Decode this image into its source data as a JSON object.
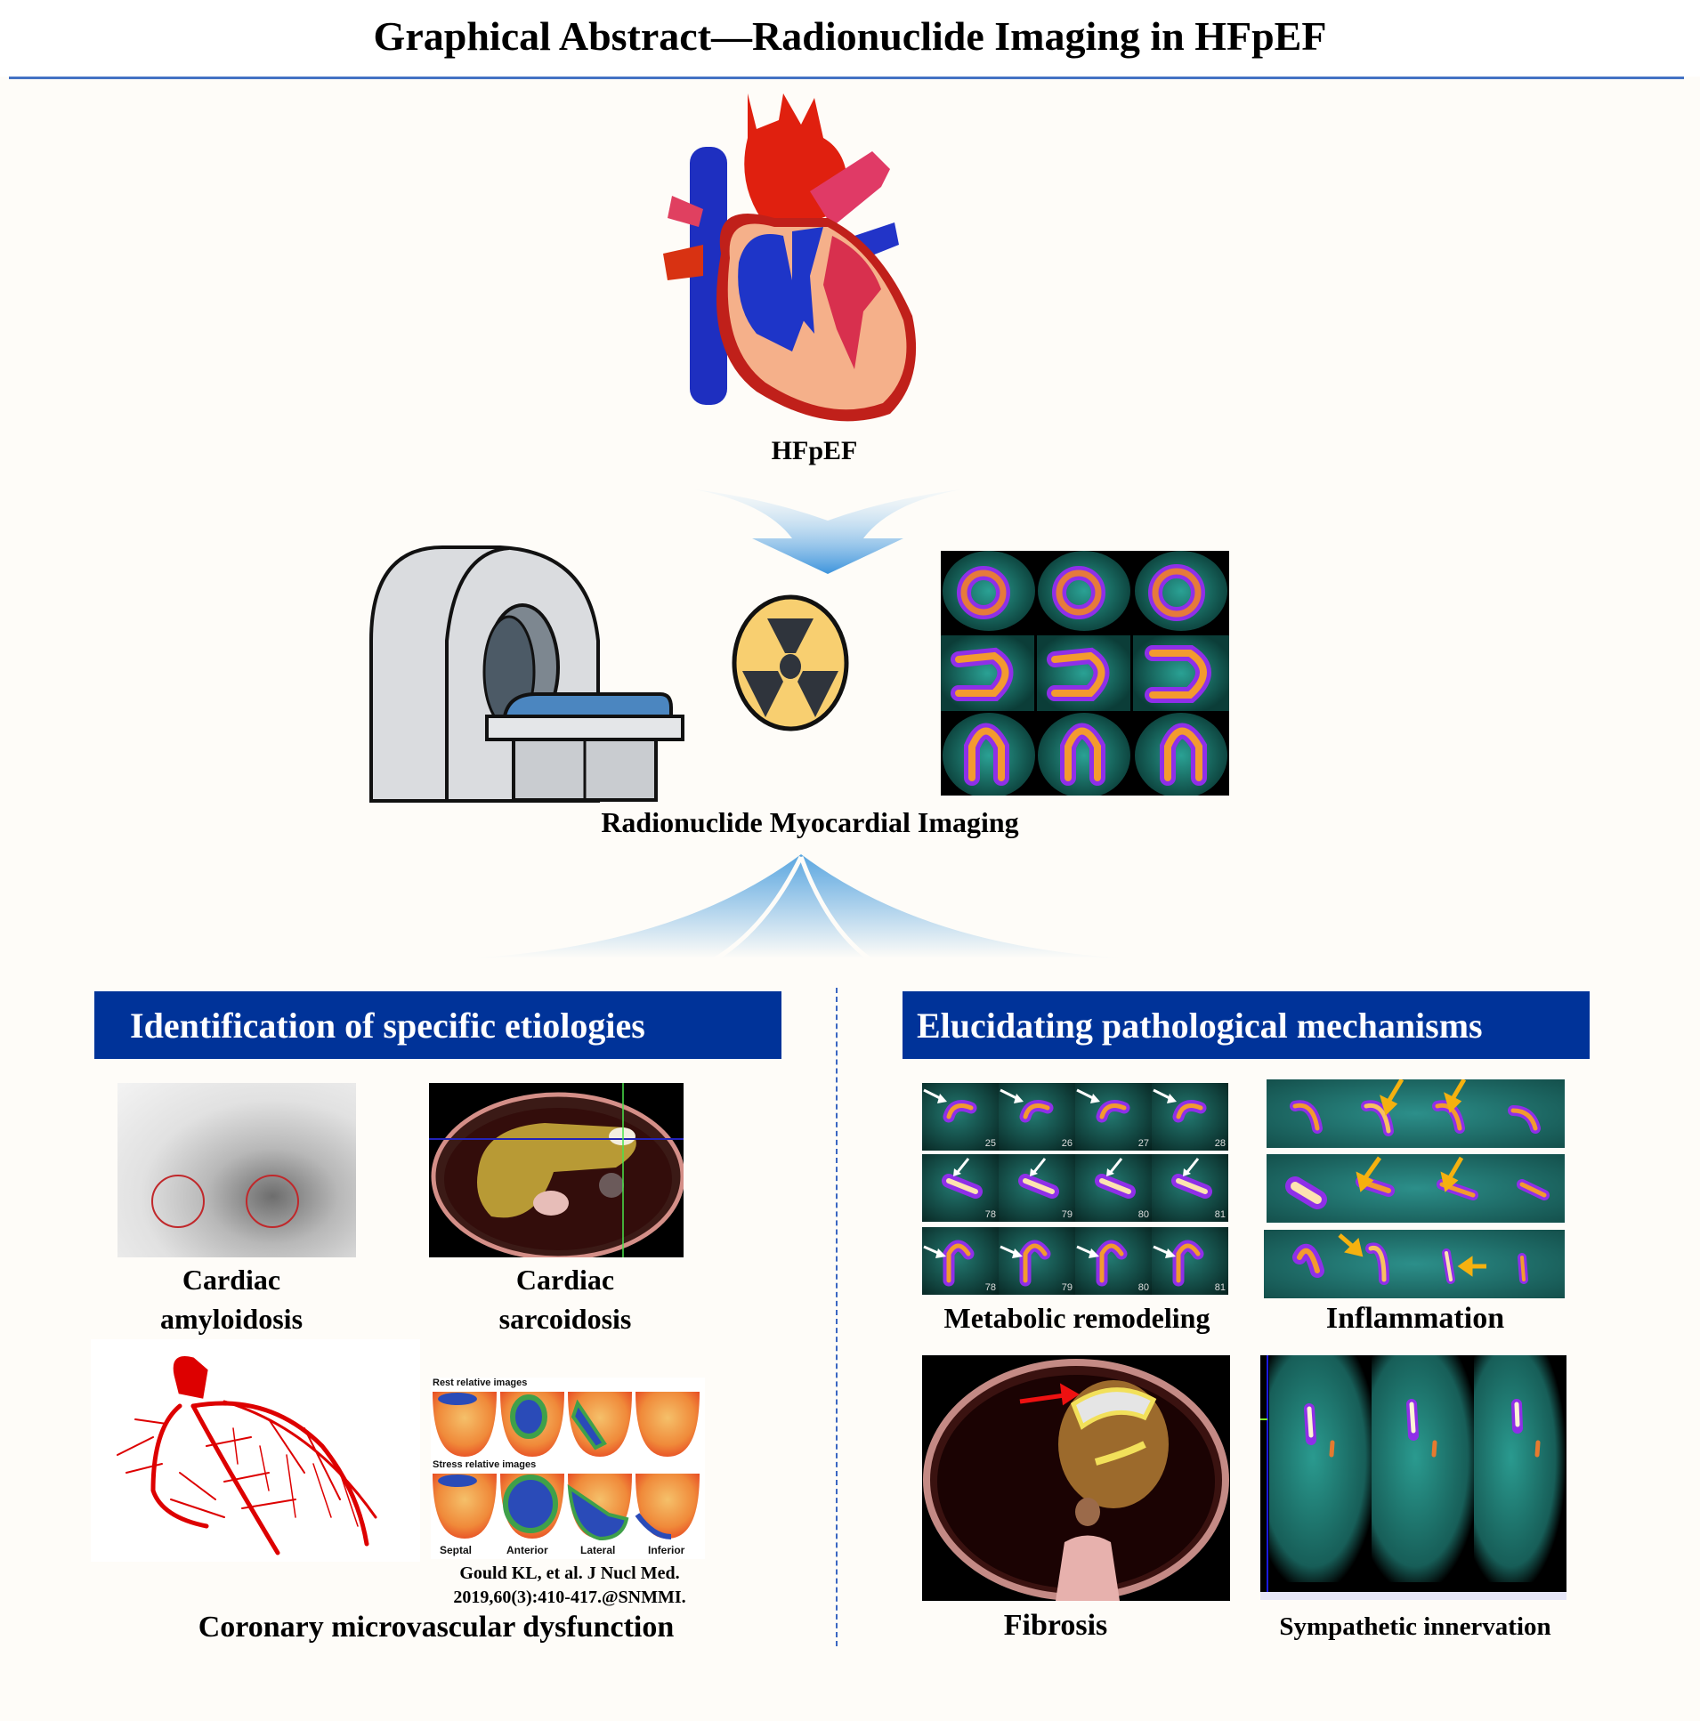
{
  "title": "Graphical Abstract—Radionuclide Imaging in HFpEF",
  "colors": {
    "title_rule": "#4472c4",
    "banner_bg": "#003399",
    "banner_text": "#ffffff",
    "divider": "#3b67c2",
    "arrow_blue": "#5aa6e0",
    "background": "#fefcf8"
  },
  "top": {
    "heart_label": "HFpEF",
    "imaging_label": "Radionuclide Myocardial Imaging",
    "icons": [
      "heart-anatomy-icon",
      "scanner-icon",
      "radiation-icon",
      "spect-slices-image"
    ]
  },
  "left_section": {
    "banner": "Identification of specific etiologies",
    "items": [
      {
        "label_line1": "Cardiac",
        "label_line2": "amyloidosis"
      },
      {
        "label_line1": "Cardiac",
        "label_line2": "sarcoidosis"
      }
    ],
    "cmd": {
      "rest_label": "Rest relative images",
      "stress_label": "Stress relative images",
      "views": [
        "Septal",
        "Anterior",
        "Lateral",
        "Inferior"
      ],
      "citation_line1": "Gould KL, et al. J Nucl Med.",
      "citation_line2": "2019,60(3):410-417.@SNMMI.",
      "label": "Coronary microvascular dysfunction"
    }
  },
  "right_section": {
    "banner": "Elucidating pathological mechanisms",
    "metabolic": {
      "label": "Metabolic remodeling",
      "rows": [
        [
          "25",
          "26",
          "27",
          "28"
        ],
        [
          "78",
          "79",
          "80",
          "81"
        ],
        [
          "78",
          "79",
          "80",
          "81"
        ]
      ]
    },
    "inflammation": {
      "label": "Inflammation"
    },
    "fibrosis": {
      "label": "Fibrosis"
    },
    "sympathetic": {
      "label": "Sympathetic innervation"
    }
  }
}
